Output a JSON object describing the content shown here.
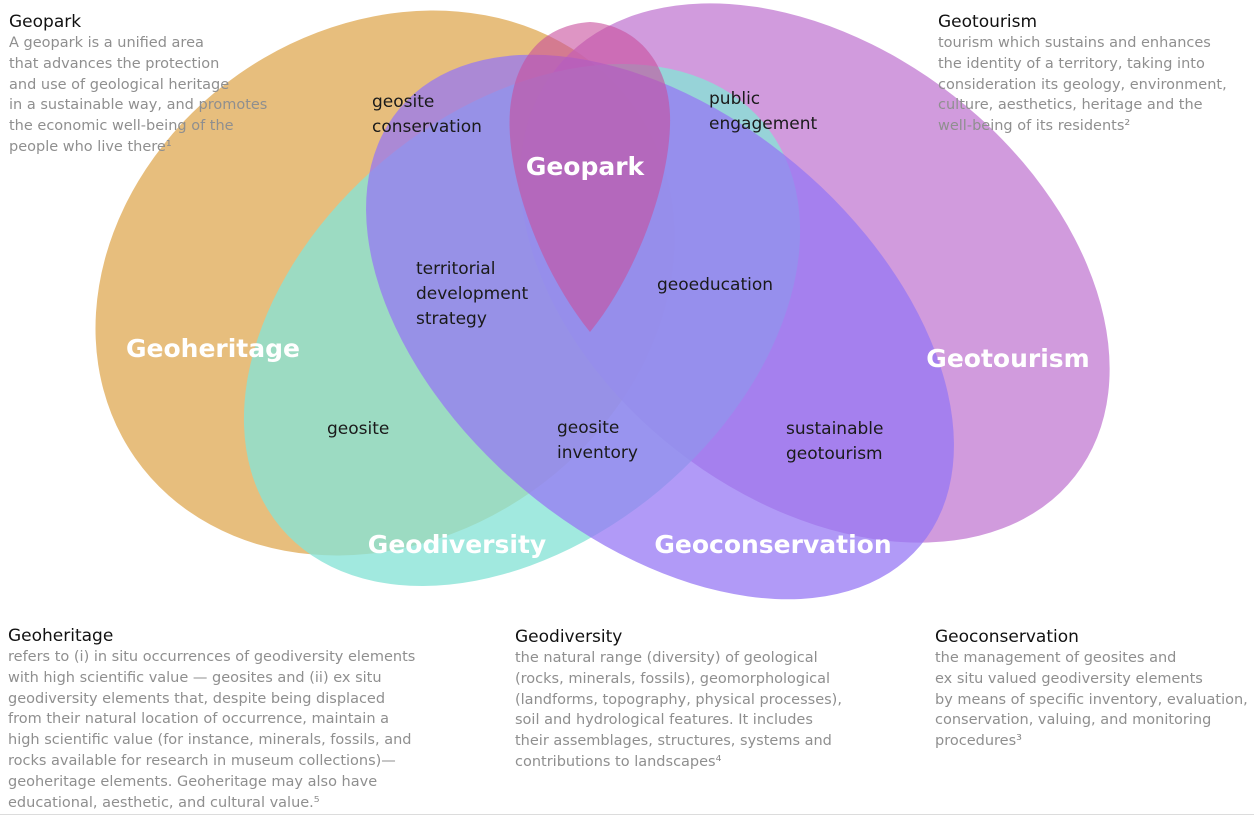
{
  "colors": {
    "geoheritage": "#e2b060",
    "geodiversity": "#86e3d6",
    "geoconservation": "#9677f4",
    "geotourism": "#c47fd4",
    "geopark": "#c84f9c",
    "title_text": "#111111",
    "desc_text": "#8f8f8f"
  },
  "descriptions": {
    "geopark": {
      "title": "Geopark",
      "text": "A geopark is a unified area\nthat advances the protection\nand use of geological heritage\nin a sustainable way, and promotes\nthe economic well-being of the\npeople who live there¹"
    },
    "geotourism": {
      "title": "Geotourism",
      "text": "tourism which sustains and enhances\nthe identity of a territory, taking into\nconsideration its geology, environment,\nculture,  aesthetics,  heritage and the\nwell-being of its residents²"
    },
    "geoheritage": {
      "title": "Geoheritage",
      "text": "refers to (i) in situ occurrences of geodiversity elements\nwith high scientific value — geosites and (ii) ex situ\ngeodiversity elements that,  despite being displaced\nfrom their natural location of occurrence,  maintain a\nhigh scientific value (for instance, minerals, fossils, and\nrocks available for research in museum collections)—\ngeoheritage  elements.  Geoheritage may also have\neducational, aesthetic, and cultural value.⁵"
    },
    "geodiversity": {
      "title": "Geodiversity",
      "text": "the natural range  (diversity)  of  geological\n(rocks, minerals,  fossils), geomorphological\n(landforms, topography, physical processes),\nsoil and  hydrological  features.  It  includes\ntheir  assemblages,  structures, systems and\ncontributions to landscapes⁴"
    },
    "geoconservation": {
      "title": "Geoconservation",
      "text": "the management of geosites and\nex situ valued geodiversity elements\nby means of specific inventory, evaluation,\nconservation,  valuing, and monitoring\nprocedures³"
    }
  },
  "set_labels": {
    "geopark": "Geopark",
    "geoheritage": "Geoheritage",
    "geotourism": "Geotourism",
    "geodiversity": "Geodiversity",
    "geoconservation": "Geoconservation"
  },
  "regions": {
    "geosite_conservation": [
      "geosite",
      "conservation"
    ],
    "public_engagement": [
      "public",
      "engagement"
    ],
    "territorial_development_strategy": [
      "territorial",
      "development",
      "strategy"
    ],
    "geoeducation": [
      "geoeducation"
    ],
    "geosite": [
      "geosite"
    ],
    "geosite_inventory": [
      "geosite",
      "inventory"
    ],
    "sustainable_geotourism": [
      "sustainable",
      "geotourism"
    ]
  }
}
